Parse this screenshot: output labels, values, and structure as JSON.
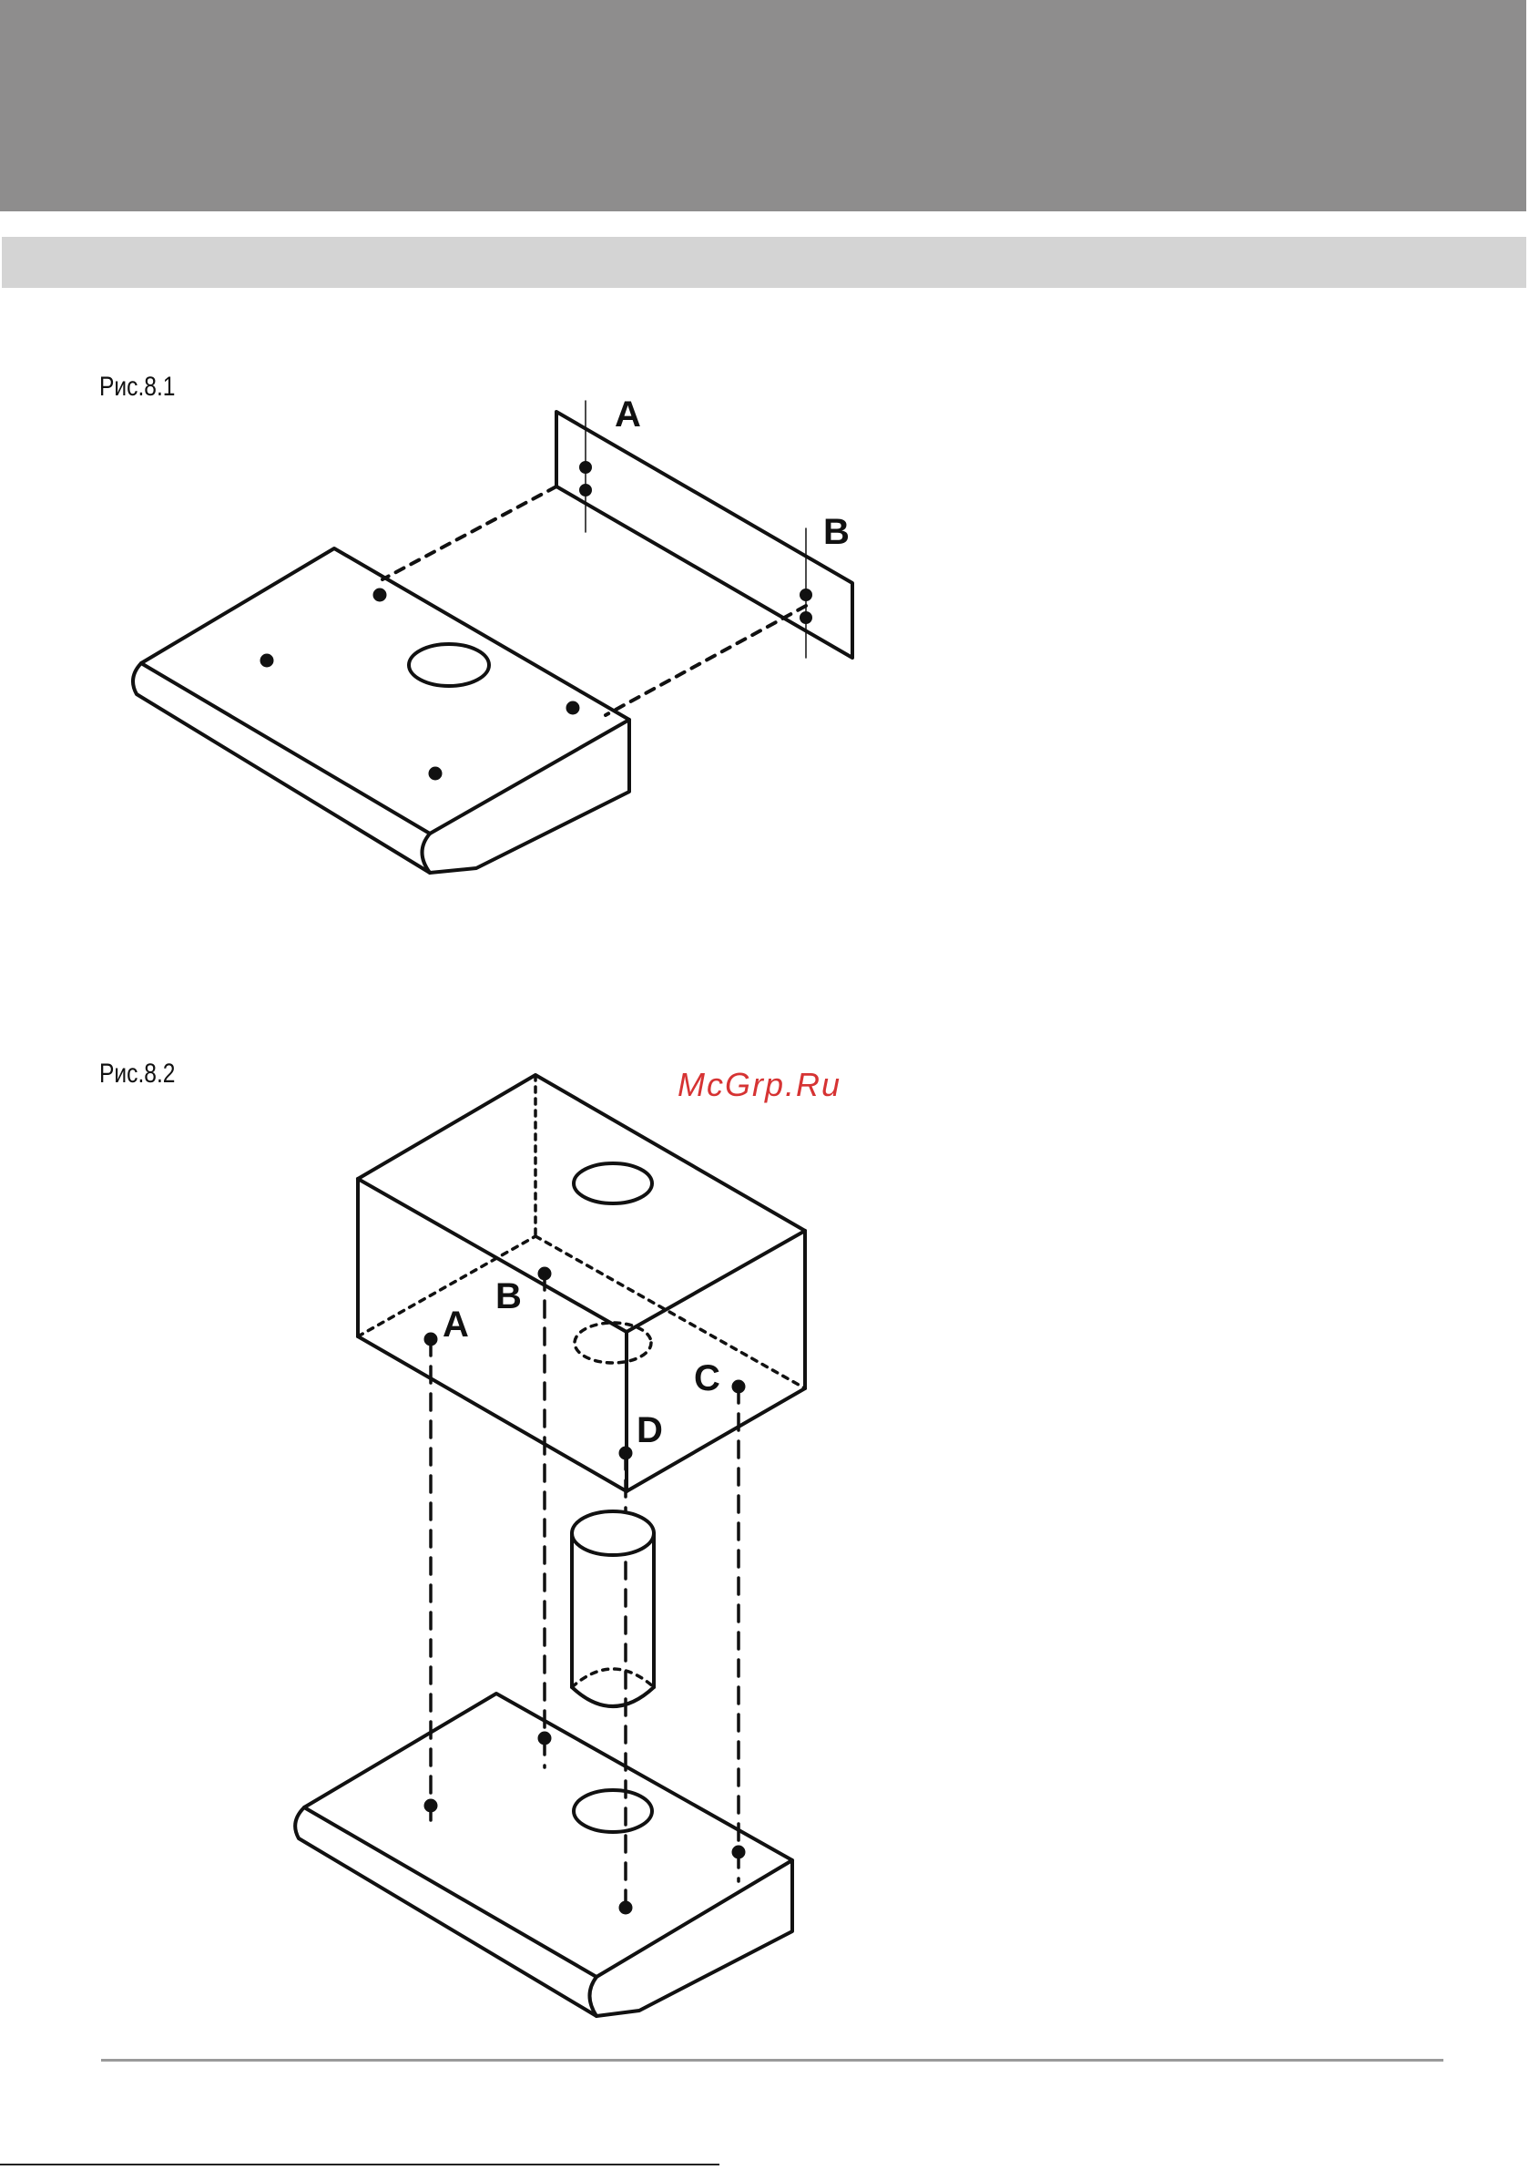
{
  "figures": [
    {
      "caption": "Рис.8.1",
      "labels": [
        "A",
        "B"
      ]
    },
    {
      "caption": "Рис.8.2",
      "labels": [
        "A",
        "B",
        "C",
        "D"
      ]
    }
  ],
  "watermark": "McGrp.Ru"
}
